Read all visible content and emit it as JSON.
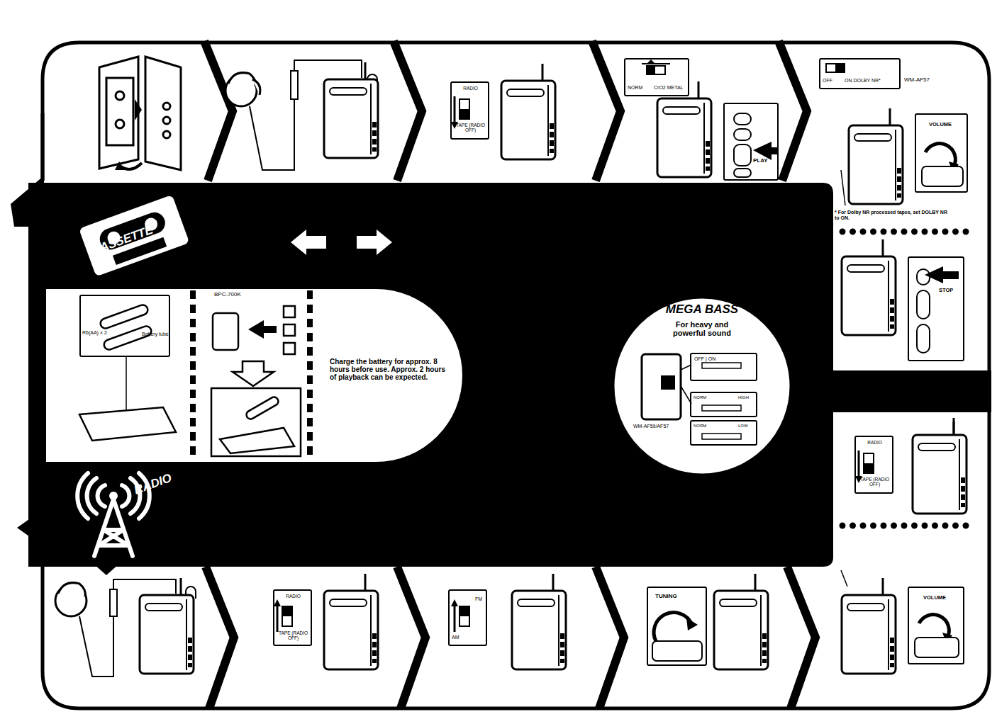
{
  "diagram": {
    "nodes": [
      {
        "text": [
          "TAPE (RADIO OFF)",
          "RADIO"
        ]
      },
      {
        "text": [
          "NORM",
          "CrO2 METAL"
        ]
      },
      {
        "text": [
          "PLAY"
        ]
      },
      {
        "text": [
          "OFF",
          "ON DOLBY NR*"
        ]
      },
      {
        "text": [
          "VOLUME"
        ]
      },
      {
        "text": [
          "STOP"
        ]
      },
      {
        "text": [
          "CASSETTE"
        ]
      },
      {
        "text": [
          "R6(AA) × 2",
          "Battery tube"
        ]
      },
      {
        "text": [
          "BPC-700K"
        ]
      },
      {
        "text": [
          "Charge the battery for approx. 8 hours before use. Approx. 2 hours of playback can be expected."
        ]
      },
      {
        "text": [
          "MEGA BASS",
          "For heavy and powerful sound"
        ]
      },
      {
        "text": [
          "OFF | ON"
        ],
        "in": 10
      },
      {
        "text": [
          "NORM",
          "HIGH"
        ],
        "in": 10
      },
      {
        "text": [
          "NORM",
          "LOW"
        ],
        "in": 10
      },
      {
        "text": [
          "TAPE (RADIO OFF)",
          "RADIO"
        ]
      },
      {
        "text": [
          "RADIO"
        ]
      },
      {
        "text": [
          "TAPE (RADIO OFF)",
          "RADIO"
        ]
      },
      {
        "text": [
          "AM",
          "FM"
        ]
      },
      {
        "text": [
          "TUNING"
        ]
      },
      {
        "text": [
          "VOLUME"
        ]
      }
    ],
    "labels": [
      "WM-AF57",
      "* For Dolby NR processed tapes, set DOLBY NR to ON.",
      "WM-AF59/AF57"
    ]
  }
}
